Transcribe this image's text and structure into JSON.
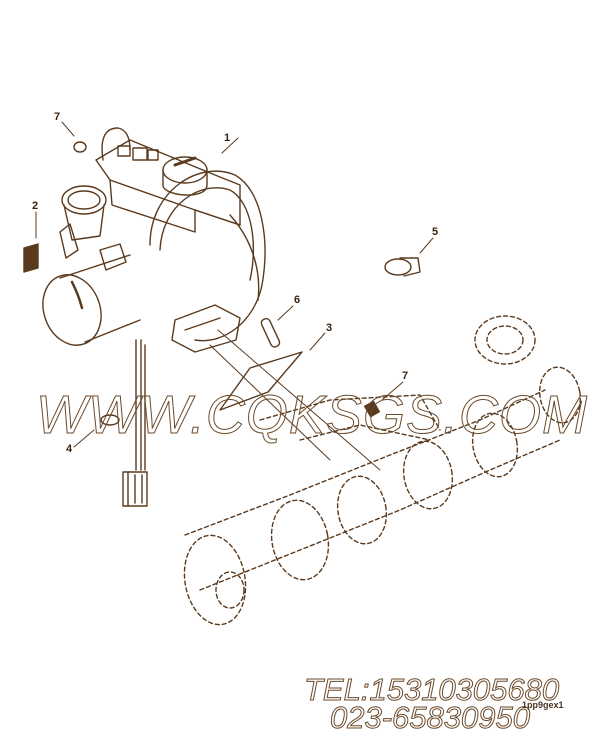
{
  "diagram": {
    "type": "exploded-parts-diagram",
    "subject": "turbocharger and exhaust manifold assembly",
    "line_color": "#5a3a1e",
    "callouts": [
      {
        "id": "c1",
        "label": "1",
        "part": "turbocharger"
      },
      {
        "id": "c2",
        "label": "2",
        "part": "connector/label tag"
      },
      {
        "id": "c3",
        "label": "3",
        "part": "gasket"
      },
      {
        "id": "c4",
        "label": "4",
        "part": "clip"
      },
      {
        "id": "c5",
        "label": "5",
        "part": "hose clamp"
      },
      {
        "id": "c6",
        "label": "6",
        "part": "stud"
      },
      {
        "id": "c7a",
        "label": "7",
        "part": "nut (upper left)"
      },
      {
        "id": "c7b",
        "label": "7",
        "part": "nut (manifold)"
      }
    ]
  },
  "watermark": {
    "website": "WWW.CQKSGS.COM",
    "tel": "TEL:15310305680",
    "phone": "023-65830950",
    "color": "#6b4a2a"
  },
  "figure_id": "1pp9gex1"
}
